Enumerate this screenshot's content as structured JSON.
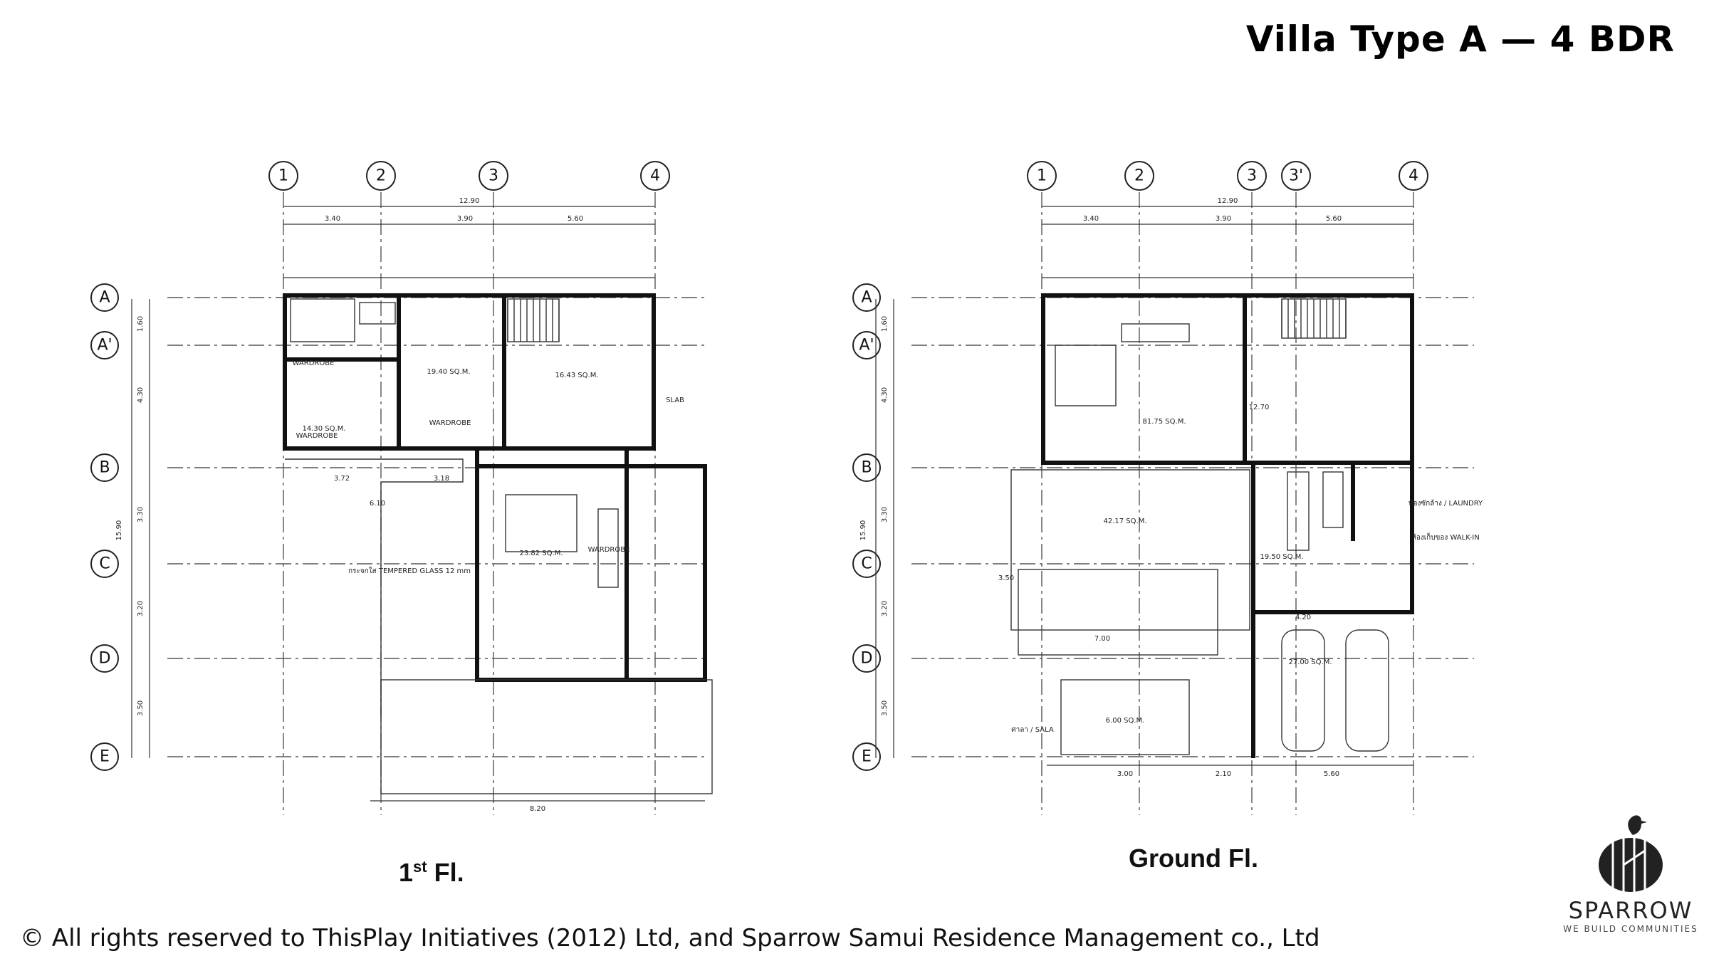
{
  "title": "Villa Type A — 4 BDR",
  "plans": {
    "first": {
      "label_main": "1",
      "label_sup": "st",
      "label_rest": " Fl.",
      "grid_cols": [
        "1",
        "2",
        "3",
        "4"
      ],
      "grid_rows": [
        "A",
        "A'",
        "B",
        "C",
        "D",
        "E"
      ],
      "overall": "12.90",
      "spans": [
        "3.40",
        "3.90",
        "5.60"
      ],
      "side_dims": [
        "1.60",
        "4.30",
        "3.30",
        "3.20",
        "3.50"
      ],
      "side_total": "15.90",
      "bottom_dim": "8.20",
      "texts": [
        "WARDROBE",
        "WARDROBE",
        "WARDROBE",
        "WARDROBE",
        "19.40 SQ.M.",
        "16.43 SQ.M.",
        "14.30 SQ.M.",
        "23.82 SQ.M.",
        "SLAB",
        "กระจกใส TEMPERED GLASS 12 mm",
        "6.10",
        "3.72",
        "3.18"
      ]
    },
    "ground": {
      "label": "Ground Fl.",
      "grid_cols": [
        "1",
        "2",
        "3",
        "3'",
        "4"
      ],
      "grid_rows": [
        "A",
        "A'",
        "B",
        "C",
        "D",
        "E"
      ],
      "overall": "12.90",
      "spans": [
        "3.40",
        "3.90",
        "5.60"
      ],
      "side_dims": [
        "1.60",
        "4.30",
        "3.30",
        "3.20",
        "3.50"
      ],
      "side_total": "15.90",
      "bottom_dims": [
        "3.00",
        "2.10",
        "5.60"
      ],
      "texts": [
        "81.75 SQ.M.",
        "42.17 SQ.M.",
        "19.50 SQ.M.",
        "27.00 SQ.M.",
        "6.00 SQ.M.",
        "ห้องซักล้าง / LAUNDRY",
        "ห้องเก็บของ WALK-IN",
        "ศาลา / SALA",
        "7.00",
        "12.70",
        "3.50",
        "4.20"
      ]
    }
  },
  "copyright": "© All rights reserved to ThisPlay Initiatives (2012) Ltd, and Sparrow Samui Residence Management co., Ltd",
  "logo": {
    "name": "SPARROW",
    "tagline": "WE BUILD COMMUNITIES"
  }
}
